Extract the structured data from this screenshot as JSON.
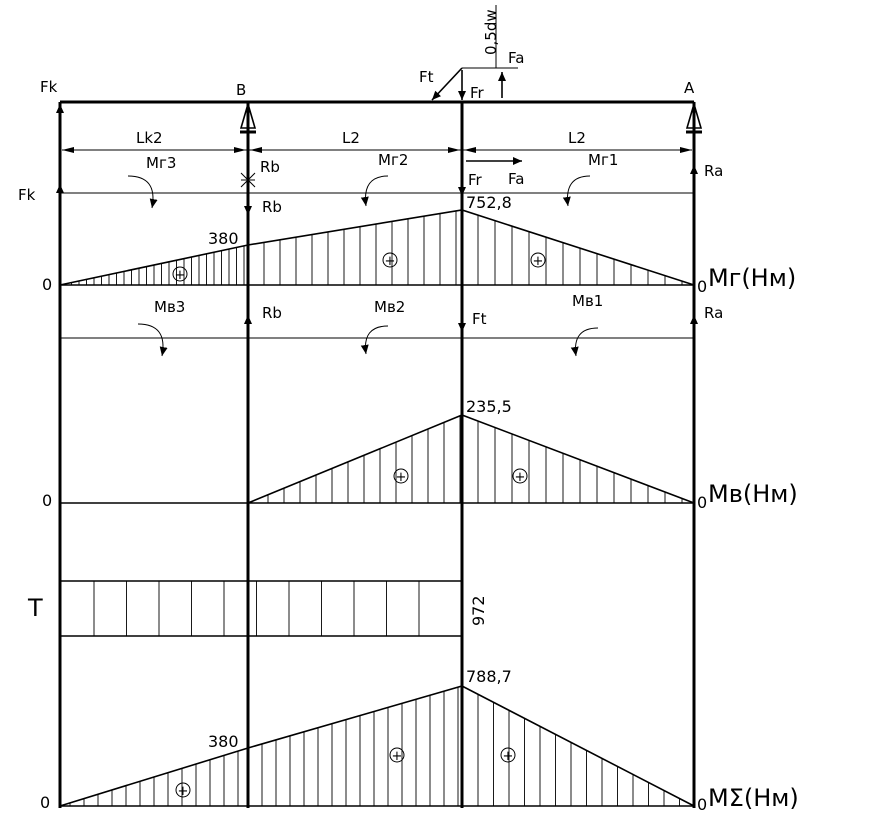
{
  "points": {
    "fk": "Fk",
    "b": "B",
    "a": "A"
  },
  "forces": {
    "dw": "0,5dw",
    "ft": "Ft",
    "fa": "Fa",
    "fr": "Fr",
    "rb": "Rb",
    "ra": "Ra",
    "fk": "Fk"
  },
  "spans": {
    "lk2": "Lk2",
    "l2_left": "L2",
    "l2_right": "L2"
  },
  "moments": {
    "mg3": "Mг3",
    "mg2": "Mг2",
    "mg1": "Mг1",
    "mv3": "Mв3",
    "mv2": "Mв2",
    "mv1": "Mв1"
  },
  "diagrams": {
    "mg": {
      "label": "Mг(Нм)",
      "zero": "0",
      "end_zero": "0",
      "val_b": "380",
      "val_max": "752,8"
    },
    "mv": {
      "label": "Mв(Нм)",
      "zero": "0",
      "end_zero": "0",
      "val_max": "235,5"
    },
    "t": {
      "label": "T",
      "value": "972"
    },
    "msum": {
      "label": "MΣ(Нм)",
      "zero": "0",
      "end_zero": "0",
      "val_b": "380",
      "val_max": "788,7"
    }
  },
  "sign": "+"
}
